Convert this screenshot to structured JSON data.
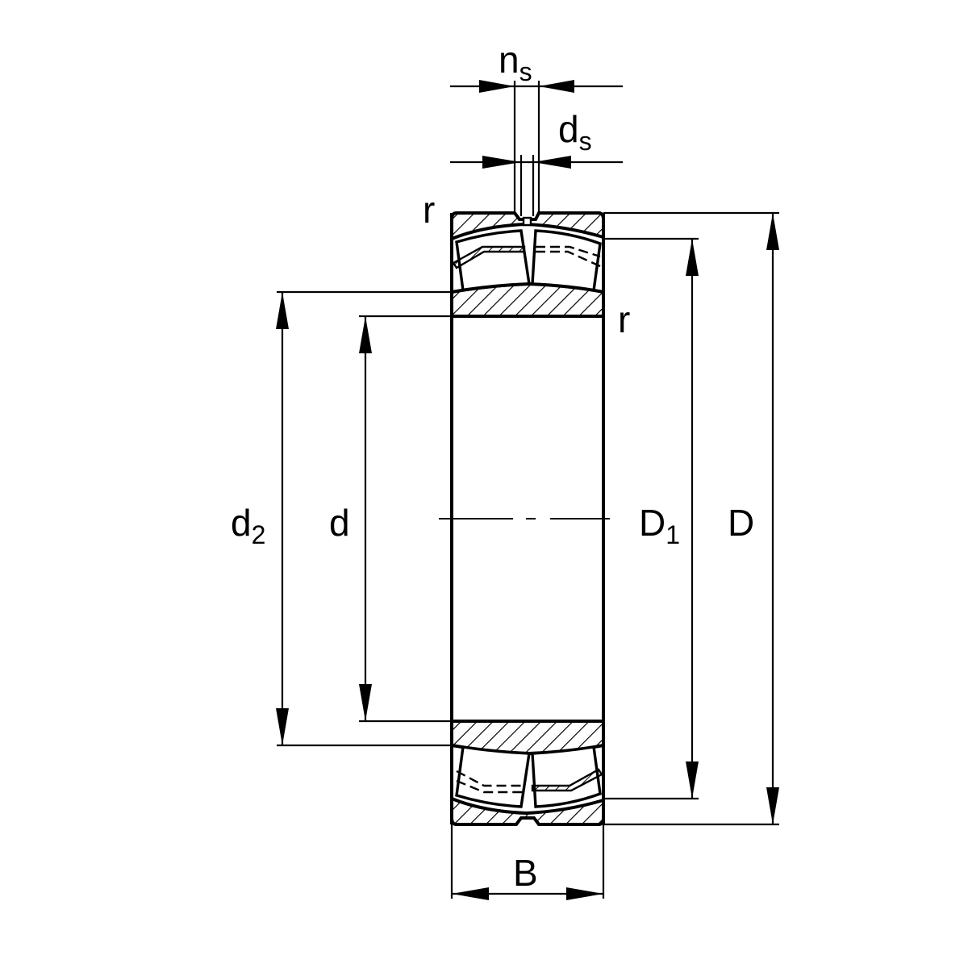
{
  "diagram": {
    "title": "Spherical roller bearing cross-section with dimensions",
    "colors": {
      "line": "#000000",
      "background": "#ffffff"
    },
    "labels": {
      "ns": {
        "main": "n",
        "sub": "s"
      },
      "ds": {
        "main": "d",
        "sub": "s"
      },
      "r_top": "r",
      "r_right": "r",
      "d2": {
        "main": "d",
        "sub": "2"
      },
      "d": "d",
      "D1": {
        "main": "D",
        "sub": "1"
      },
      "D": "D",
      "B": "B"
    }
  }
}
